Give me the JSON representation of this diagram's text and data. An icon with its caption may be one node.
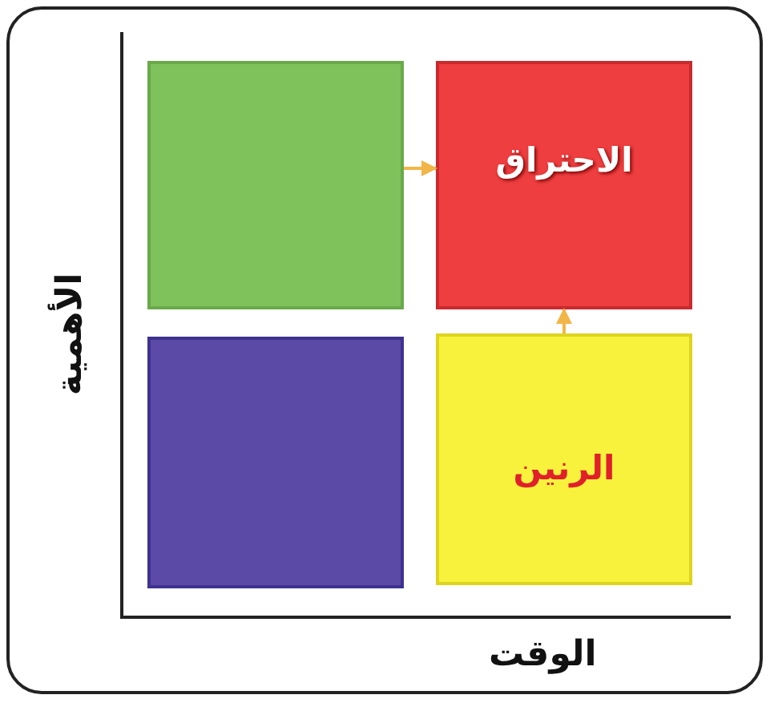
{
  "diagram": {
    "nodes": [
      {
        "text": [],
        "shape": "box"
      },
      {
        "text": [
          "الاحتراق"
        ]
      },
      {
        "text": [],
        "shape": "box"
      },
      {
        "text": [
          "الرنين"
        ]
      }
    ],
    "edges": [
      {
        "from": 0,
        "to": 1,
        "arrow": "to"
      },
      {
        "from": 3,
        "to": 1,
        "arrow": "to"
      }
    ],
    "labels": [
      "الأهمية",
      "الوقت"
    ]
  }
}
